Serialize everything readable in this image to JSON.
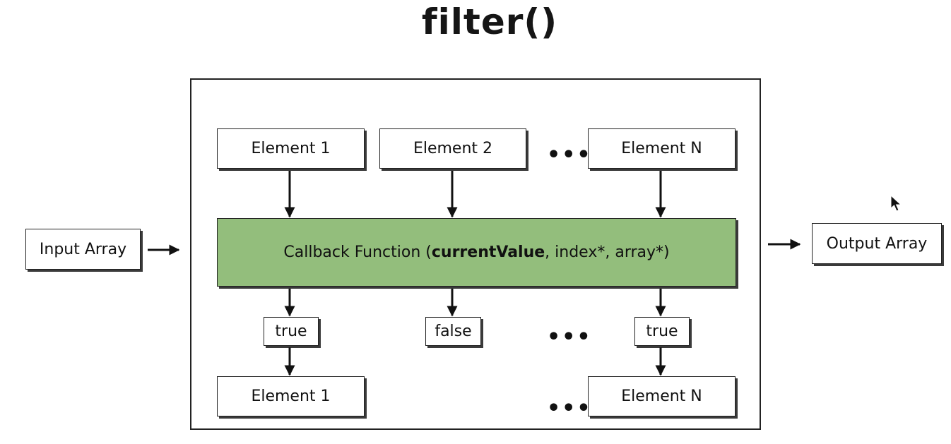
{
  "title": "filter()",
  "input": {
    "label": "Input Array"
  },
  "output": {
    "label": "Output Array"
  },
  "inputs": [
    {
      "label": "Element 1"
    },
    {
      "label": "Element 2"
    },
    {
      "label": "Element N"
    }
  ],
  "callback": {
    "prefix": "Callback Function (",
    "param_main": "currentValue",
    "rest": ", index*, array*)"
  },
  "results": [
    {
      "label": "true"
    },
    {
      "label": "false"
    },
    {
      "label": "true"
    }
  ],
  "outputs": [
    {
      "label": "Element 1"
    },
    {
      "label": "Element N"
    }
  ],
  "ellipsis": "•••",
  "colors": {
    "callback_fill": "#93be7c",
    "stroke": "#222222"
  },
  "icons": {
    "cursor": "mouse-pointer-icon"
  }
}
